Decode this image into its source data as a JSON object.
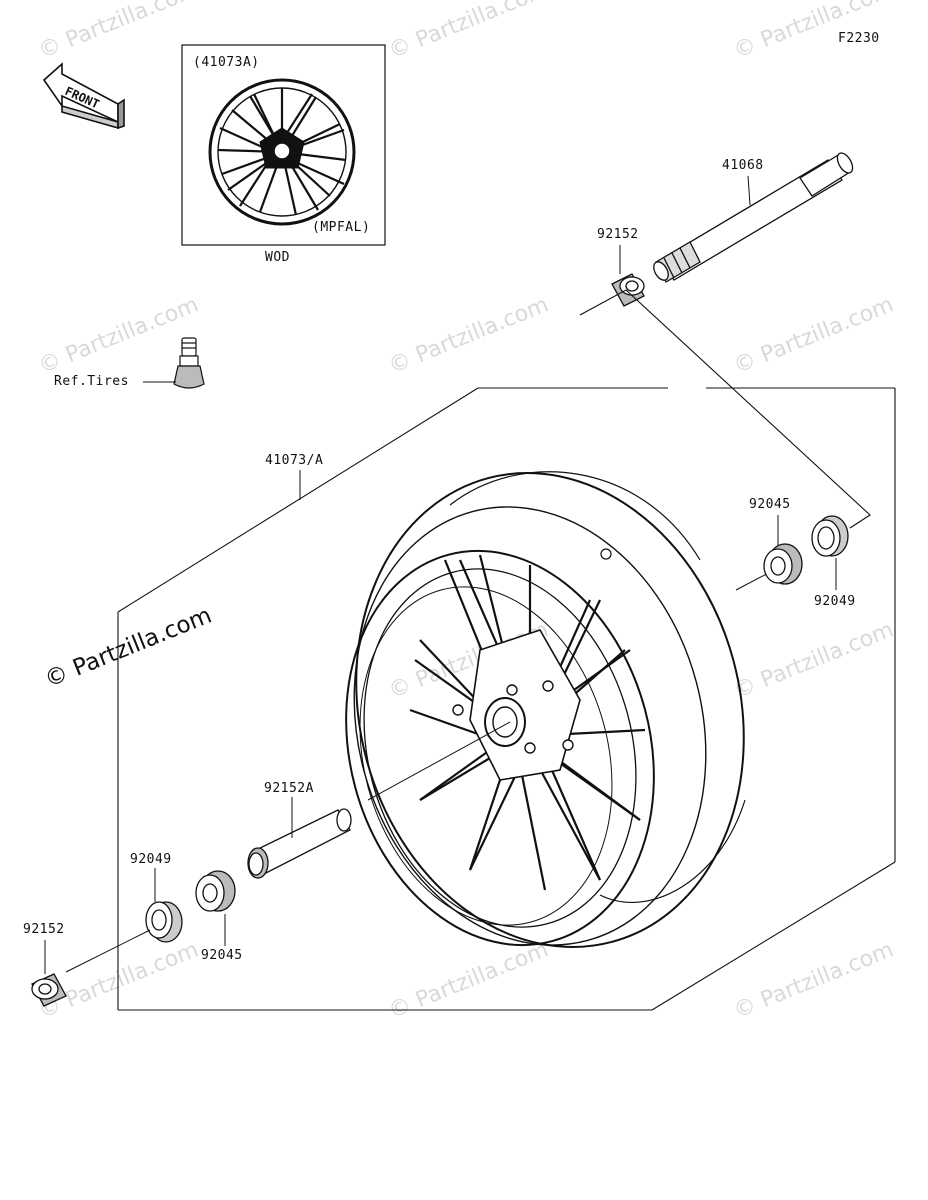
{
  "figure_code": "F2230",
  "front_arrow_label": "FRONT",
  "inset": {
    "ref_label": "(41073A)",
    "variant_label": "(MPFAL)",
    "caption": "WOD"
  },
  "parts": {
    "axle": "41068",
    "collar_top": "92152",
    "valve_ref": "Ref.Tires",
    "wheel": "41073/A",
    "bearing_right": "92045",
    "seal_right": "92049",
    "spacer": "92152A",
    "seal_left": "92049",
    "bearing_left": "92045",
    "collar_left": "92152"
  },
  "watermark": {
    "text": "© Partzilla.com",
    "strong_text": "© Partzilla.com"
  }
}
